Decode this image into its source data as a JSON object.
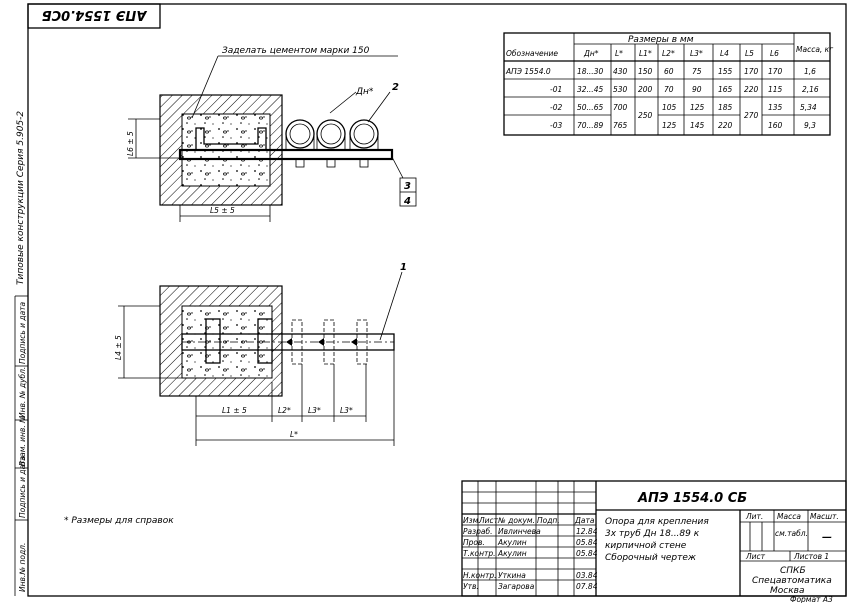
{
  "stamp_top": "АПЭ 1554.0СБ",
  "side_series": "Типовые конструкции  Серия  5.905-2",
  "side_cols": [
    "Инв.№ подл.",
    "Подпись и дата",
    "Взам. инв. №",
    "Инв. № дубл.",
    "Подпись и дата"
  ],
  "callouts": {
    "cement": "Заделать цементом марки 150",
    "dn": "Дн*",
    "pos1": "1",
    "pos2": "2",
    "pos3": "3",
    "pos4": "4"
  },
  "dims": {
    "l6": "L6 ± 5",
    "l5": "L5 ± 5",
    "l4": "L4 ± 5",
    "l1": "L1 ± 5",
    "l2": "L2*",
    "l3a": "L3*",
    "l3b": "L3*",
    "l": "L*"
  },
  "note": "* Размеры для справок",
  "sizes_table": {
    "group_header": "Размеры в мм",
    "headers": [
      "Обозначение",
      "Дн*",
      "L*",
      "L1*",
      "L2*",
      "L3*",
      "L4",
      "L5",
      "L6",
      "Масса, кг"
    ],
    "rows": [
      [
        "АПЭ 1554.0",
        "18...30",
        "430",
        "150",
        "60",
        "75",
        "155",
        "170",
        "170",
        "1,6"
      ],
      [
        "-01",
        "32...45",
        "530",
        "200",
        "70",
        "90",
        "165",
        "220",
        "115",
        "2,16"
      ],
      [
        "-02",
        "50...65",
        "700",
        "250",
        "105",
        "125",
        "185",
        "270",
        "135",
        "5,34"
      ],
      [
        "-03",
        "70...89",
        "765",
        "",
        "125",
        "145",
        "220",
        "",
        "160",
        "9,3"
      ]
    ]
  },
  "title_block": {
    "doc_number": "АПЭ 1554.0 СБ",
    "title_lines": [
      "Опора для крепления",
      "3х труб Дн 18...89 к",
      "кирпичной  стене",
      "Сборочный чертеж"
    ],
    "left_header": [
      "Изм.",
      "Лист",
      "№ докум.",
      "Подп.",
      "Дата"
    ],
    "roles": [
      "Разраб.",
      "Пров.",
      "Т.контр.",
      "Н.контр.",
      "Утв."
    ],
    "names": [
      "Ивлинчева",
      "Акулин",
      "Акулин",
      "Уткина",
      "Загарова"
    ],
    "dates": [
      "12.84",
      "05.84",
      "05.84",
      "03.84",
      "07.84"
    ],
    "lit_header": "Лит.",
    "mass_header": "Масса",
    "scale_header": "Масшт.",
    "mass_value": "см.табл.",
    "scale_value": "—",
    "sheet_label": "Лист",
    "sheets_label": "Листов 1",
    "org_lines": [
      "СПКБ",
      "Спецавтоматика",
      "Москва"
    ],
    "format": "Формат А3"
  }
}
